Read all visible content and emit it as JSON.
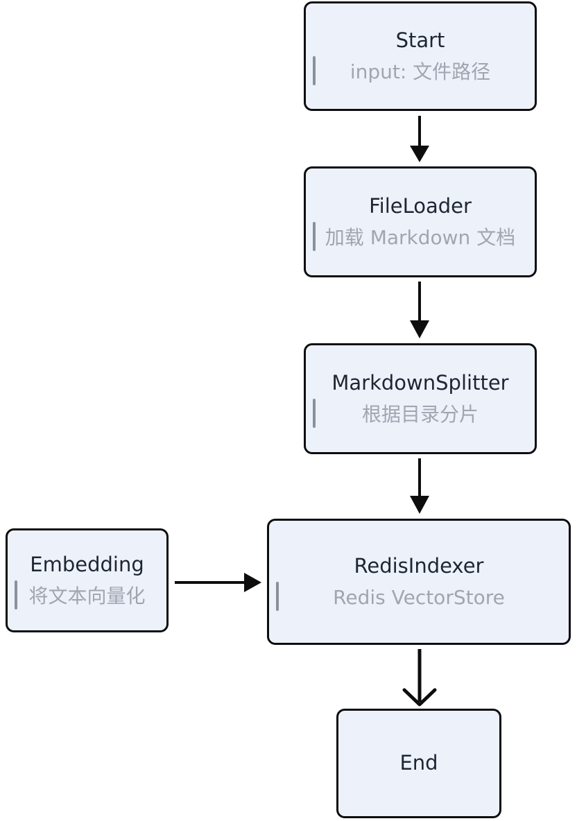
{
  "diagram": {
    "type": "flowchart",
    "direction": "top-down",
    "nodes": [
      {
        "id": "start",
        "title": "Start",
        "subtitle": "input: 文件路径"
      },
      {
        "id": "fileloader",
        "title": "FileLoader",
        "subtitle": "加载 Markdown 文档"
      },
      {
        "id": "markdownsplitter",
        "title": "MarkdownSplitter",
        "subtitle": "根据目录分片"
      },
      {
        "id": "embedding",
        "title": "Embedding",
        "subtitle": "将文本向量化"
      },
      {
        "id": "redisindexer",
        "title": "RedisIndexer",
        "subtitle": "Redis VectorStore"
      },
      {
        "id": "end",
        "title": "End",
        "subtitle": ""
      }
    ],
    "edges": [
      {
        "from": "start",
        "to": "redisindexer_chain_fileloader",
        "label": ""
      },
      {
        "from": "fileloader",
        "to": "markdownsplitter",
        "label": ""
      },
      {
        "from": "markdownsplitter",
        "to": "redisindexer",
        "label": ""
      },
      {
        "from": "embedding",
        "to": "redisindexer",
        "label": ""
      },
      {
        "from": "redisindexer",
        "to": "end",
        "label": ""
      }
    ],
    "colors": {
      "node_fill": "#edf1fa",
      "node_border": "#0d0d0d",
      "title_text": "#1e2633",
      "subtitle_text": "#a0a6b1",
      "accent_bar": "#8b919b",
      "arrow": "#0d0d0d",
      "background": "#ffffff"
    }
  }
}
